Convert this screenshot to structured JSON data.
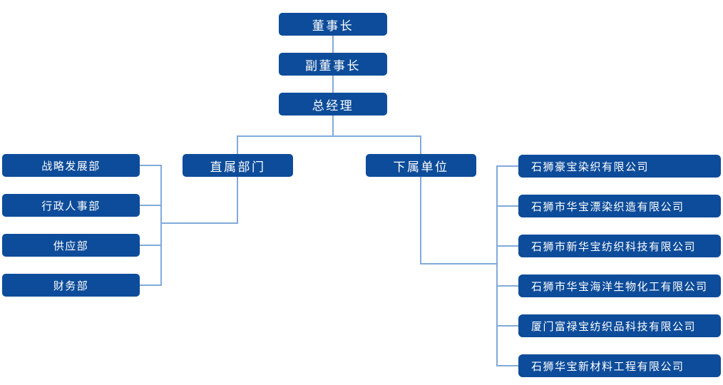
{
  "colors": {
    "node_fill": "#0d4c9a",
    "node_text": "#ffffff",
    "connector": "#82aad9",
    "background": "#ffffff"
  },
  "org_chart": {
    "type": "org-tree",
    "root_chain": [
      "董事长",
      "副董事长",
      "总经理"
    ],
    "branches": [
      {
        "label": "直属部门",
        "children": [
          "战略发展部",
          "行政人事部",
          "供应部",
          "财务部"
        ]
      },
      {
        "label": "下属单位",
        "children": [
          "石狮豪宝染织有限公司",
          "石狮市华宝漂染织造有限公司",
          "石狮市新华宝纺织科技有限公司",
          "石狮市华宝海洋生物化工有限公司",
          "厦门富禄宝纺织品科技有限公司",
          "石狮华宝新材料工程有限公司"
        ]
      }
    ]
  }
}
